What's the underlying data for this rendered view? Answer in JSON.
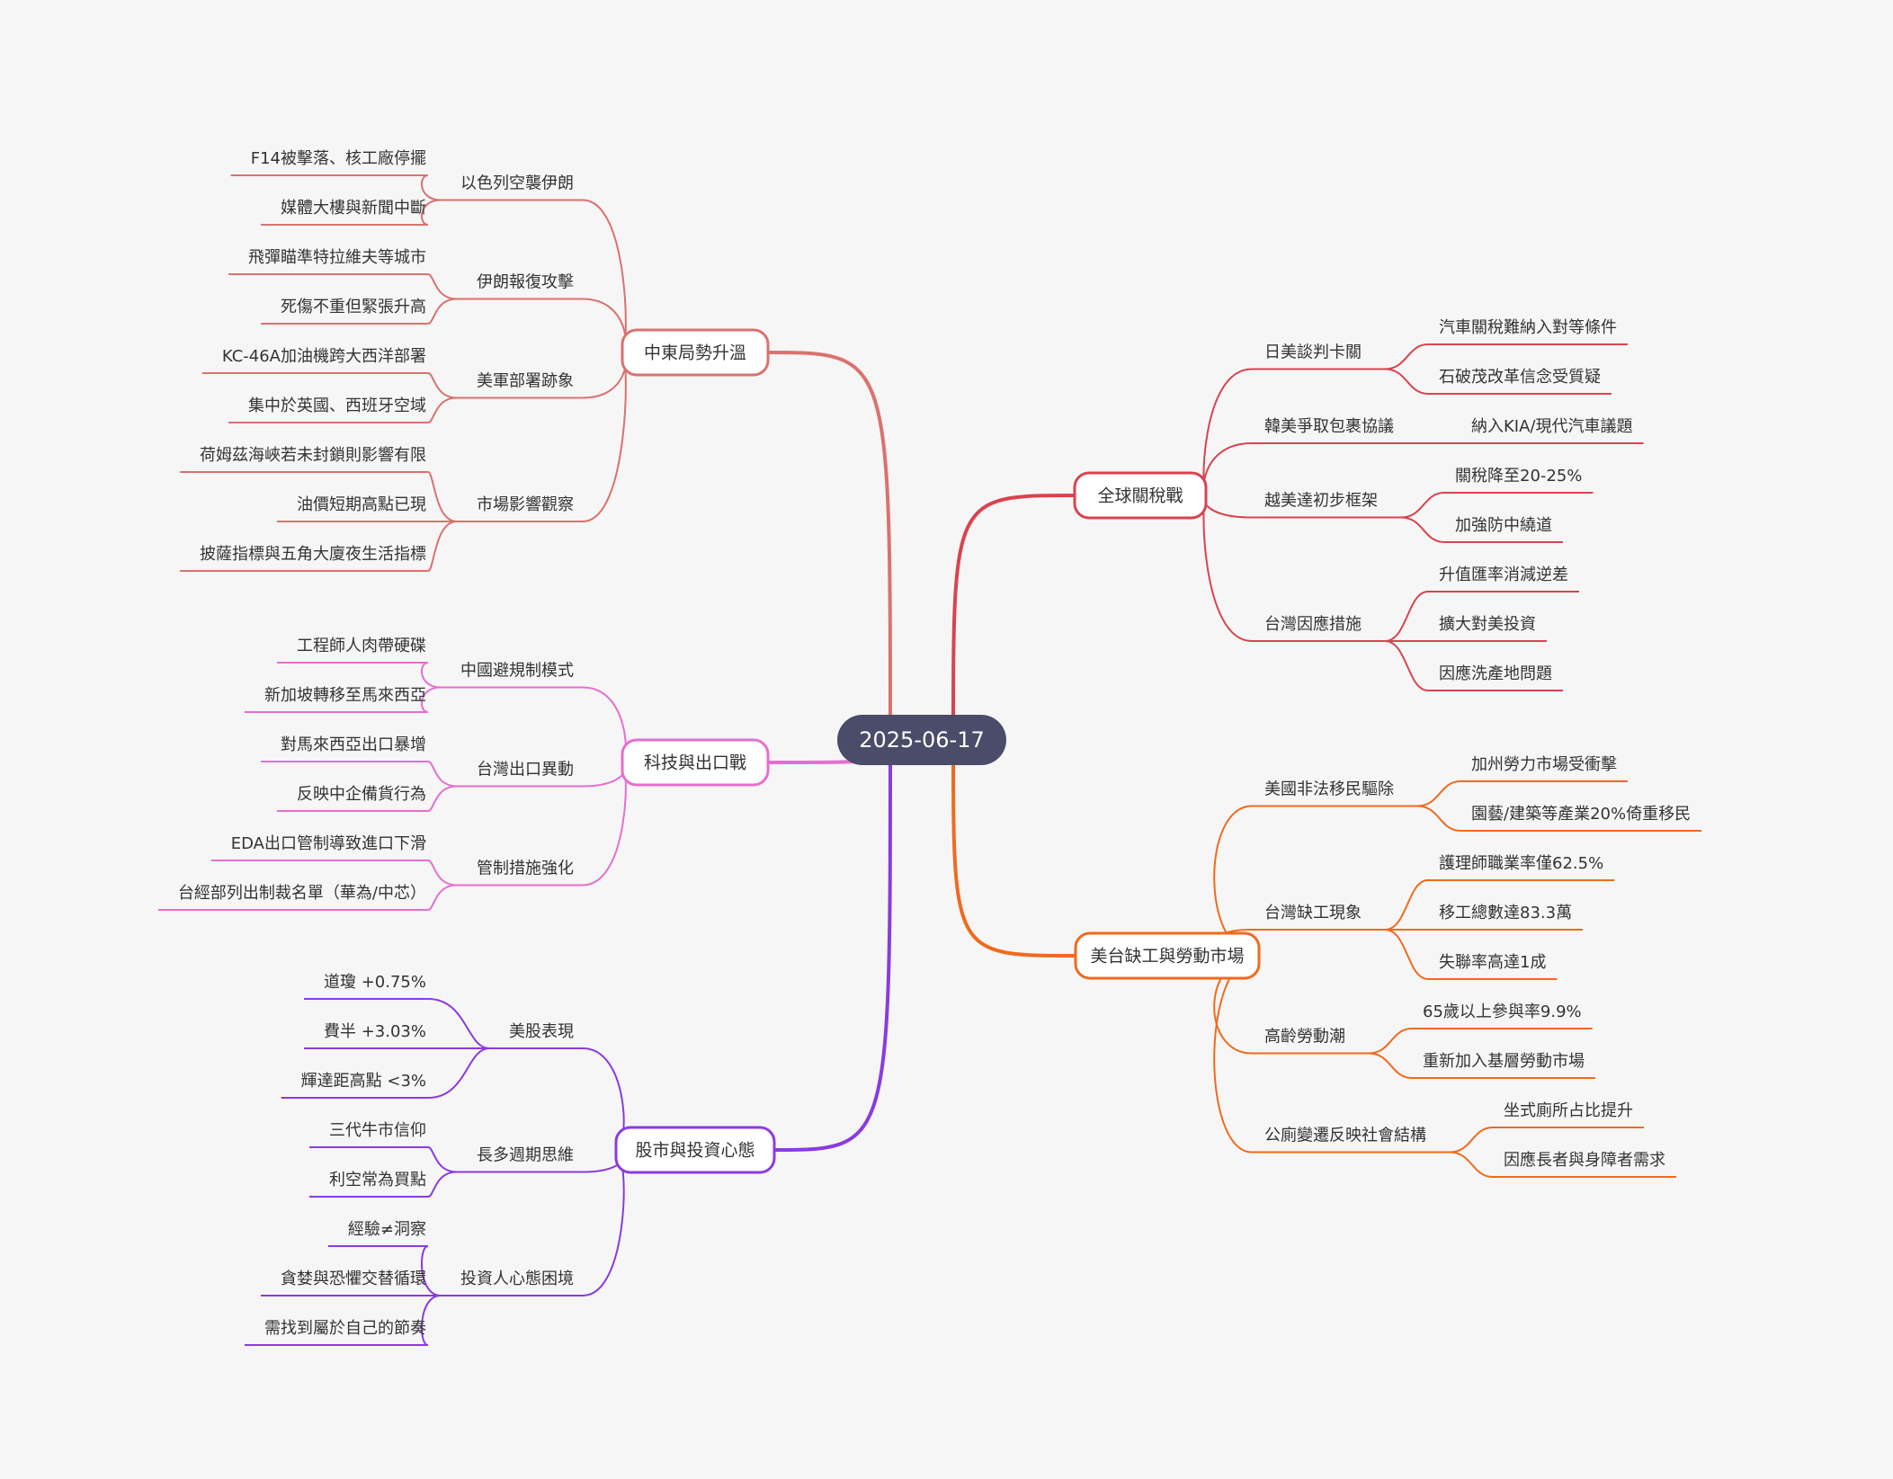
{
  "root": {
    "label": "2025-06-17",
    "color": "#4a4c69"
  },
  "branches": [
    {
      "id": "middle-east",
      "label": "中東局勢升溫",
      "color": "#d9726f",
      "children": [
        {
          "label": "以色列空襲伊朗",
          "children": [
            "F14被擊落、核工廠停擺",
            "媒體大樓與新聞中斷"
          ]
        },
        {
          "label": "伊朗報復攻擊",
          "children": [
            "飛彈瞄準特拉維夫等城市",
            "死傷不重但緊張升高"
          ]
        },
        {
          "label": "美軍部署跡象",
          "children": [
            "KC-46A加油機跨大西洋部署",
            "集中於英國、西班牙空域"
          ]
        },
        {
          "label": "市場影響觀察",
          "children": [
            "荷姆茲海峽若未封鎖則影響有限",
            "油價短期高點已現",
            "披薩指標與五角大廈夜生活指標"
          ]
        }
      ]
    },
    {
      "id": "tech-export",
      "label": "科技與出口戰",
      "color": "#e46fcf",
      "children": [
        {
          "label": "中國避規制模式",
          "children": [
            "工程師人肉帶硬碟",
            "新加坡轉移至馬來西亞"
          ]
        },
        {
          "label": "台灣出口異動",
          "children": [
            "對馬來西亞出口暴增",
            "反映中企備貨行為"
          ]
        },
        {
          "label": "管制措施強化",
          "children": [
            "EDA出口管制導致進口下滑",
            "台經部列出制裁名單（華為/中芯）"
          ]
        }
      ]
    },
    {
      "id": "stock-market",
      "label": "股市與投資心態",
      "color": "#8a3be0",
      "children": [
        {
          "label": "美股表現",
          "children": [
            "道瓊 +0.75%",
            "費半 +3.03%",
            "輝達距高點 <3%"
          ]
        },
        {
          "label": "長多週期思維",
          "children": [
            "三代牛市信仰",
            "利空常為買點"
          ]
        },
        {
          "label": "投資人心態困境",
          "children": [
            "經驗≠洞察",
            "貪婪與恐懼交替循環",
            "需找到屬於自己的節奏"
          ]
        }
      ]
    },
    {
      "id": "tariff",
      "label": "全球關稅戰",
      "color": "#d9434f",
      "children": [
        {
          "label": "日美談判卡關",
          "children": [
            "汽車關稅難納入對等條件",
            "石破茂改革信念受質疑"
          ]
        },
        {
          "label": "韓美爭取包裹協議",
          "children": [
            "納入KIA/現代汽車議題"
          ]
        },
        {
          "label": "越美達初步框架",
          "children": [
            "關稅降至20-25%",
            "加強防中繞道"
          ]
        },
        {
          "label": "台灣因應措施",
          "children": [
            "升值匯率消減逆差",
            "擴大對美投資",
            "因應洗產地問題"
          ]
        }
      ]
    },
    {
      "id": "labor",
      "label": "美台缺工與勞動市場",
      "color": "#f06a1e",
      "children": [
        {
          "label": "美國非法移民驅除",
          "children": [
            "加州勞力市場受衝擊",
            "園藝/建築等產業20%倚重移民"
          ]
        },
        {
          "label": "台灣缺工現象",
          "children": [
            "護理師職業率僅62.5%",
            "移工總數達83.3萬",
            "失聯率高達1成"
          ]
        },
        {
          "label": "高齡勞動潮",
          "children": [
            "65歲以上參與率9.9%",
            "重新加入基層勞動市場"
          ]
        },
        {
          "label": "公廁變遷反映社會結構",
          "children": [
            "坐式廁所占比提升",
            "因應長者與身障者需求"
          ]
        }
      ]
    }
  ]
}
